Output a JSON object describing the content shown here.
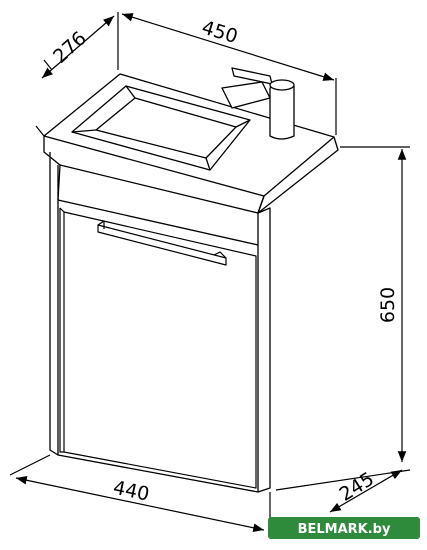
{
  "dimensions": {
    "depth_top": "276",
    "width_top": "450",
    "height": "650",
    "width_bottom": "440",
    "depth_bottom": "245"
  },
  "watermark": {
    "text": "BELMARK.by",
    "color": "#2e8b3c"
  },
  "colors": {
    "line": "#000000",
    "background": "#ffffff"
  }
}
